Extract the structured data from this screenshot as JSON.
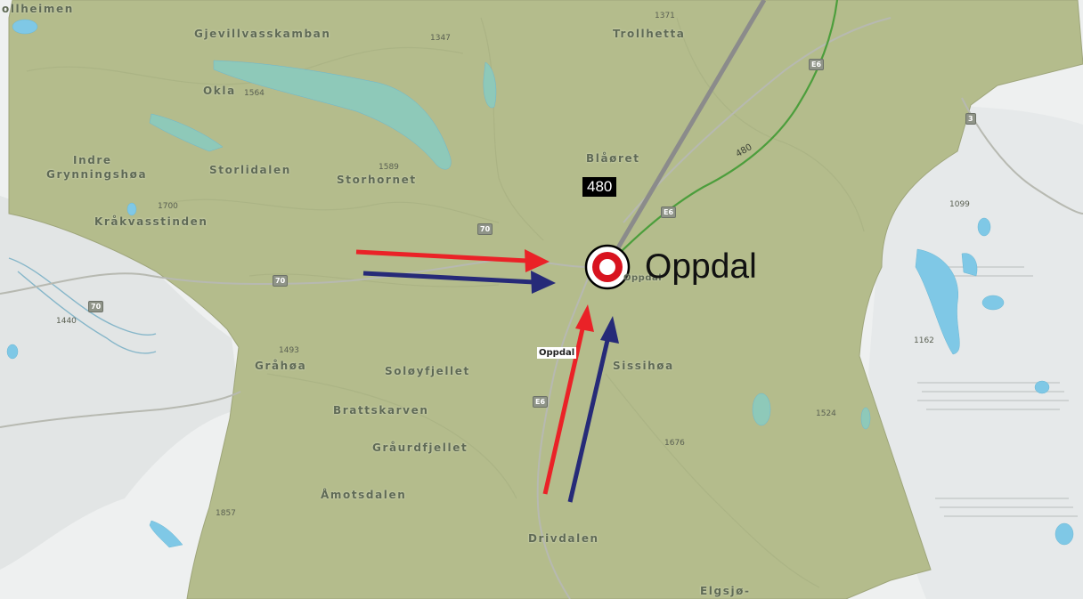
{
  "map": {
    "highlighted_place": "Oppdal",
    "town_label": "Oppdal",
    "region_label": "480",
    "road_number_label": "480",
    "colors": {
      "region_fill": "#b4bc8c",
      "water": "#7fc8e6",
      "arrow_red": "#ea2227",
      "arrow_blue": "#262a78",
      "marker_ring": "#d8131f"
    },
    "place_names": [
      "ollheimen",
      "Gjevillvasskamban",
      "Trollhetta",
      "Okla",
      "Indre",
      "Grynningshøa",
      "Storlidalen",
      "Storhornet",
      "Blåøret",
      "Kråkvasstinden",
      "Gråhøa",
      "Soløyfjellet",
      "Brattskarven",
      "Gråurdfjellet",
      "Åmotsdalen",
      "Drivdalen",
      "Sissihøa",
      "Elgsjø-",
      "Oppdal"
    ],
    "peak_heights": [
      "1371",
      "1347",
      "1564",
      "1589",
      "1700",
      "1440",
      "1493",
      "1099",
      "1162",
      "1524",
      "1676",
      "1857"
    ],
    "road_shields": [
      "E6",
      "3",
      "70",
      "70",
      "70",
      "E6",
      "E6"
    ],
    "symbols": [
      "location-marker-icon",
      "arrow-icon"
    ]
  }
}
